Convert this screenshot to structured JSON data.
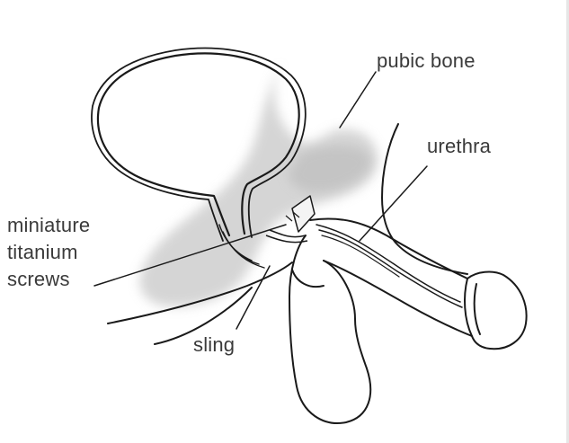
{
  "labels": {
    "pubic_bone": "pubic bone",
    "urethra": "urethra",
    "screws_line1": "miniature",
    "screws_line2": "titanium",
    "screws_line3": "screws",
    "sling": "sling"
  },
  "colors": {
    "line": "#1a1a1a",
    "bone_shade": "#c8c8c8",
    "text": "#3a3a3a"
  }
}
